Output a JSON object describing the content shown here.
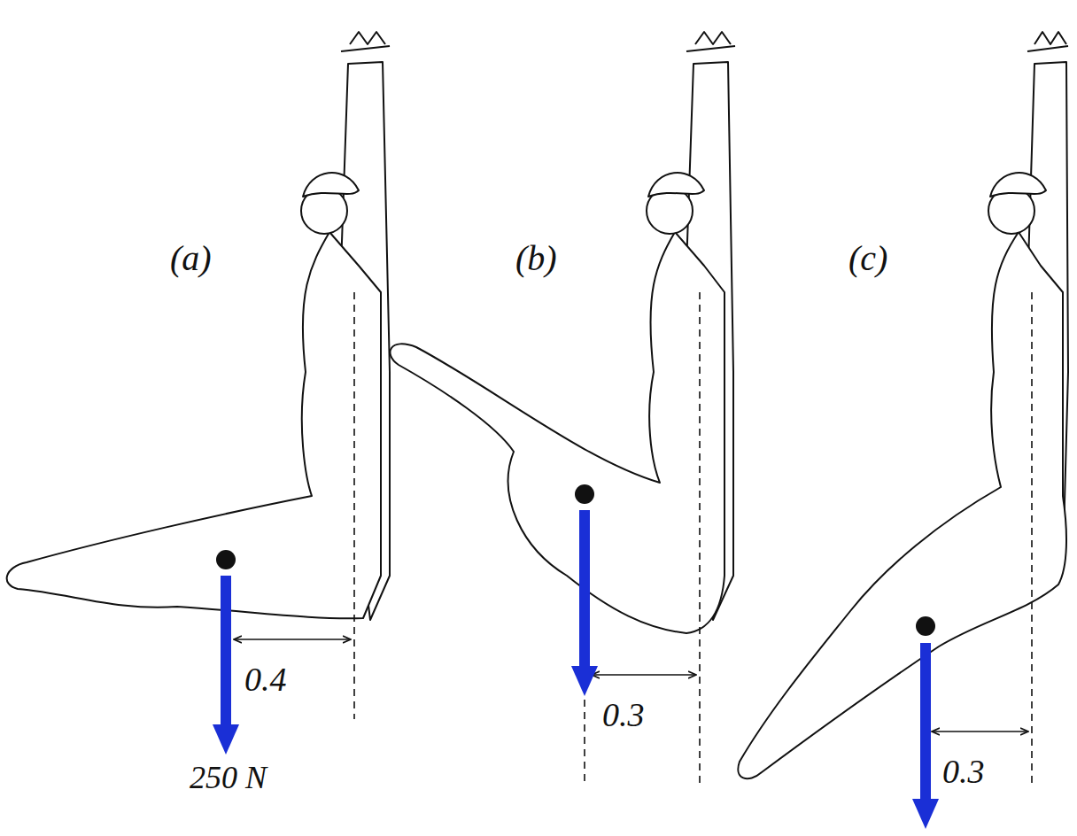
{
  "diagram": {
    "labels": [
      "(a)",
      "(b)",
      "(c)",
      "0.4",
      "250 N",
      "0.3",
      "0.3"
    ]
  }
}
